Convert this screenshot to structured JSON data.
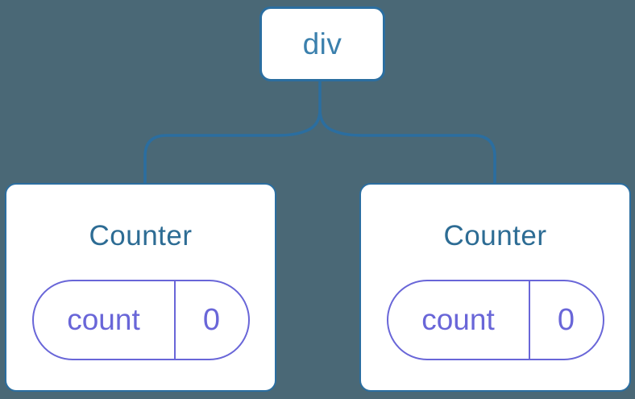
{
  "colors": {
    "background": "#4a6876",
    "stroke_blue": "#2b6ea0",
    "root_text": "#3b80ad",
    "title_text": "#2d6c94",
    "state_purple": "#6966d8",
    "card_background": "#ffffff"
  },
  "diagram": {
    "type": "component-tree",
    "root": {
      "label": "div"
    },
    "children": [
      {
        "title": "Counter",
        "state": {
          "key": "count",
          "value": "0"
        }
      },
      {
        "title": "Counter",
        "state": {
          "key": "count",
          "value": "0"
        }
      }
    ]
  }
}
